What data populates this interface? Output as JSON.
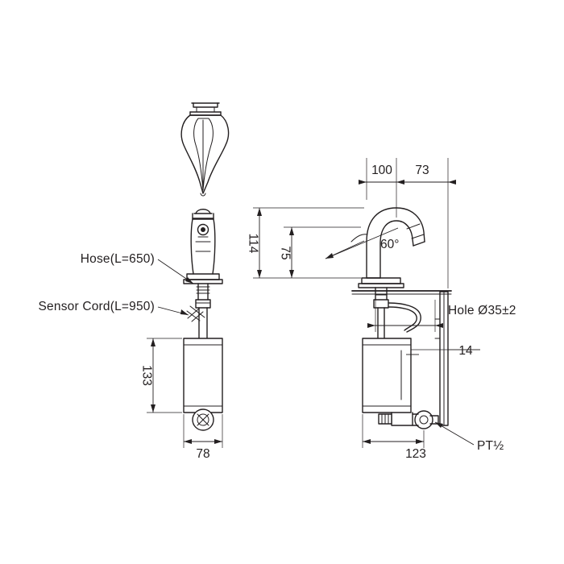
{
  "drawing": {
    "title": "Sensor faucet technical dimension drawing",
    "units": "mm",
    "line_color": "#231f20",
    "background": "#ffffff",
    "views": [
      {
        "name": "top-view",
        "label": ""
      },
      {
        "name": "front-view",
        "label": ""
      },
      {
        "name": "side-view",
        "label": ""
      }
    ],
    "labels": {
      "hose": "Hose(L=650)",
      "sensor_cord": "Sensor Cord(L=950)",
      "hole": "Hole Ø35±2",
      "thread": "PT½"
    },
    "dimensions": {
      "d_100": "100",
      "d_73": "73",
      "d_114": "114",
      "d_75": "75",
      "d_60deg": "60°",
      "d_133": "133",
      "d_78": "78",
      "d_14": "14",
      "d_123": "123"
    }
  }
}
